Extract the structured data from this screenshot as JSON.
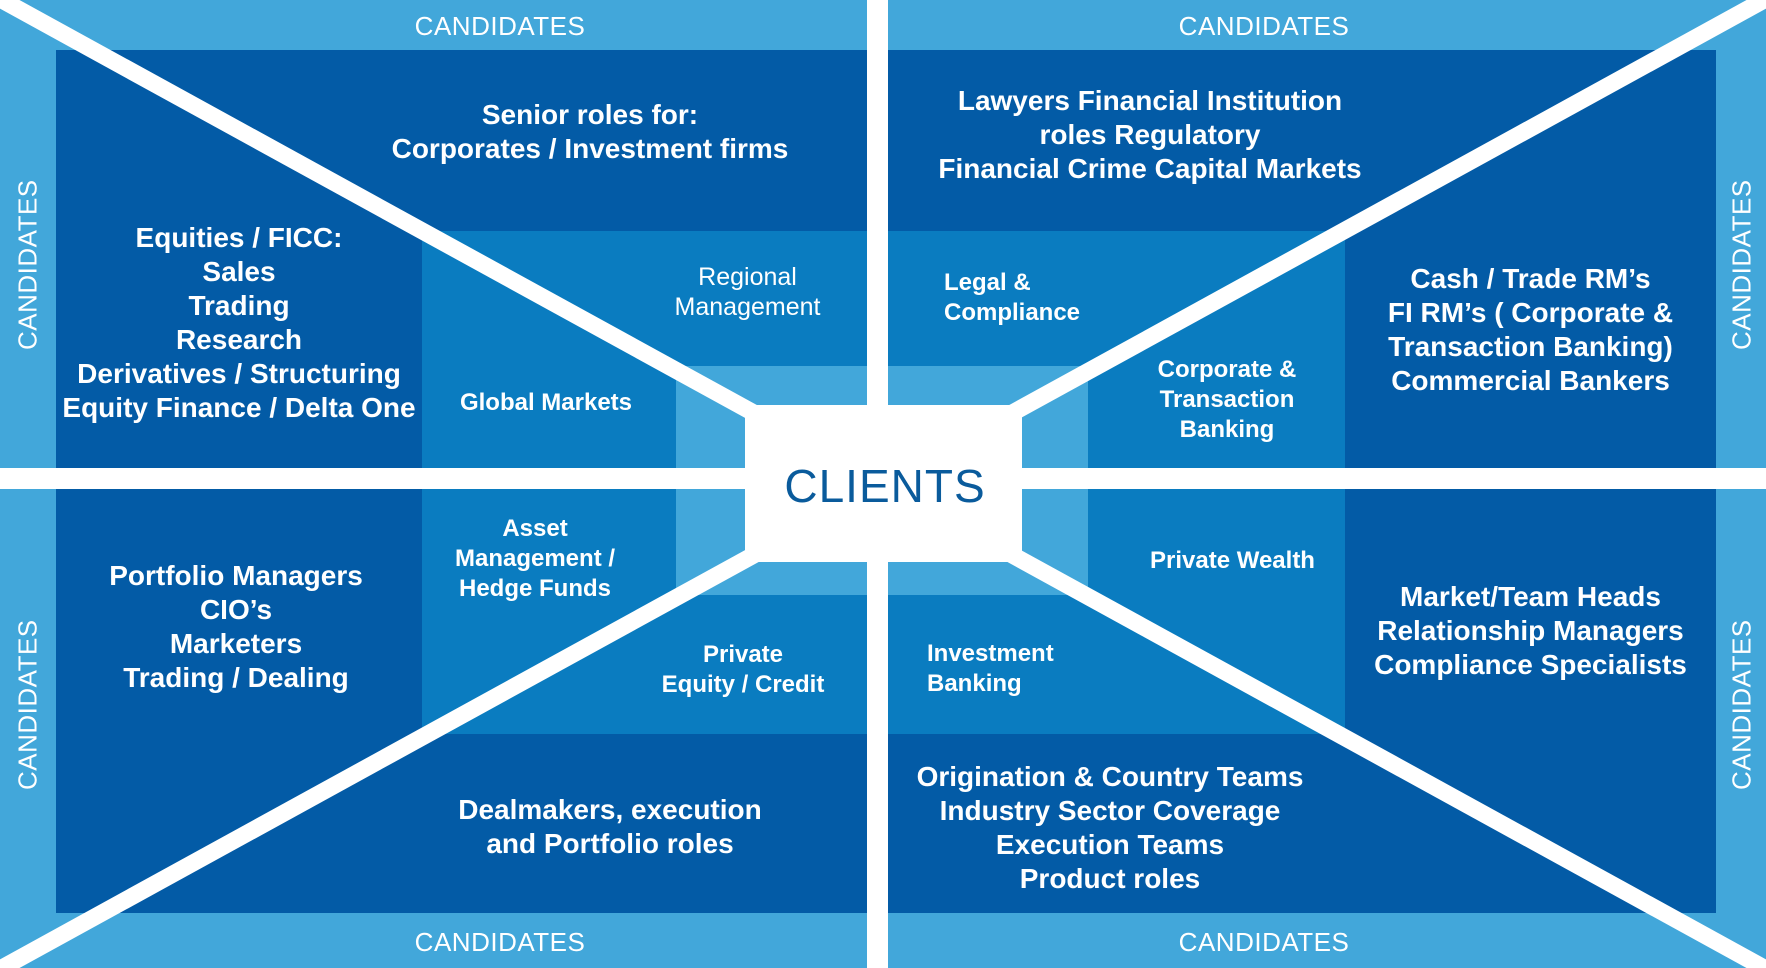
{
  "colors": {
    "dark": "#035ba6",
    "mid": "#0a7cc0",
    "light": "#42a7da",
    "divider": "#ffffff",
    "clients_text": "#0a5b9c"
  },
  "center": {
    "label": "CLIENTS"
  },
  "candidates": {
    "top_left": "CANDIDATES",
    "top_right": "CANDIDATES",
    "bottom_left": "CANDIDATES",
    "bottom_right": "CANDIDATES",
    "left_upper": "CANDIDATES",
    "left_lower": "CANDIDATES",
    "right_upper": "CANDIDATES",
    "right_lower": "CANDIDATES"
  },
  "outer_roles": {
    "top_left": "Senior roles for:\nCorporates / Investment firms",
    "top_right": "Lawyers Financial Institution\nroles Regulatory\nFinancial Crime Capital Markets",
    "left_upper": "Equities / FICC:\nSales\nTrading\nResearch\nDerivatives / Structuring\nEquity Finance / Delta One",
    "right_upper": "Cash  / Trade RM’s\nFI RM’s ( Corporate &\nTransaction Banking)\nCommercial Bankers",
    "left_lower": "Portfolio Managers\nCIO’s\nMarketers\nTrading / Dealing",
    "right_lower": "Market/Team Heads\nRelationship  Managers\nCompliance Specialists",
    "bottom_left": "Dealmakers, execution\nand Portfolio roles",
    "bottom_right": "Origination & Country Teams\nIndustry Sector Coverage\nExecution Teams\nProduct roles"
  },
  "sectors": {
    "regional_management": "Regional\nManagement",
    "global_markets": "Global Markets",
    "legal_compliance": "Legal &\nCompliance",
    "corporate_transaction_banking": "Corporate &\nTransaction\nBanking",
    "asset_management": "Asset\nManagement /\nHedge Funds",
    "private_equity": "Private\nEquity / Credit",
    "private_wealth": "Private Wealth",
    "investment_banking": "Investment\nBanking"
  }
}
